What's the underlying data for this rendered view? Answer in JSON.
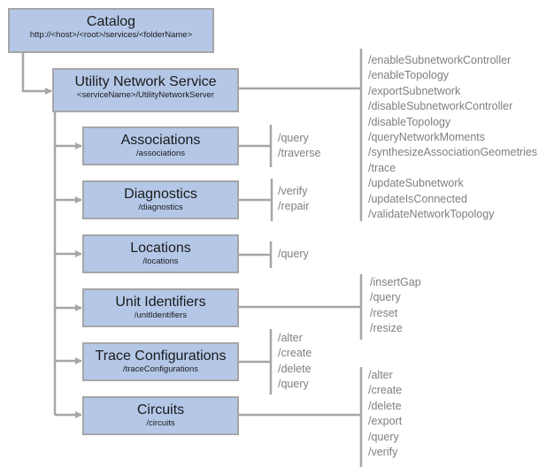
{
  "colors": {
    "box_fill": "#b4c7e7",
    "line": "#a6a6a6",
    "op_text": "#7f7f7f"
  },
  "catalog": {
    "title": "Catalog",
    "url": "http://<host>/<root>/services/<folderName>"
  },
  "service": {
    "title": "Utility Network Service",
    "url": "<serviceName>/UtilityNetworkServer",
    "operations": [
      "/enableSubnetworkController",
      "/enableTopology",
      "/exportSubnetwork",
      "/disableSubnetworkController",
      "/disableTopology",
      "/queryNetworkMoments",
      "/synthesizeAssociationGeometries",
      "/trace",
      "/updateSubnetwork",
      "/updateIsConnected",
      "/validateNetworkTopology"
    ]
  },
  "resources": [
    {
      "title": "Associations",
      "url": "/associations",
      "operations": [
        "/query",
        "/traverse"
      ]
    },
    {
      "title": "Diagnostics",
      "url": "/diagnostics",
      "operations": [
        "/verify",
        "/repair"
      ]
    },
    {
      "title": "Locations",
      "url": "/locations",
      "operations": [
        "/query"
      ]
    },
    {
      "title": "Unit Identifiers",
      "url": "/unitIdentifiers",
      "operations": [
        "/insertGap",
        "/query",
        "/reset",
        "/resize"
      ]
    },
    {
      "title": "Trace Configurations",
      "url": "/traceConfigurations",
      "operations": [
        "/alter",
        "/create",
        "/delete",
        "/query"
      ]
    },
    {
      "title": "Circuits",
      "url": "/circuits",
      "operations": [
        "/alter",
        "/create",
        "/delete",
        "/export",
        "/query",
        "/verify"
      ]
    }
  ]
}
